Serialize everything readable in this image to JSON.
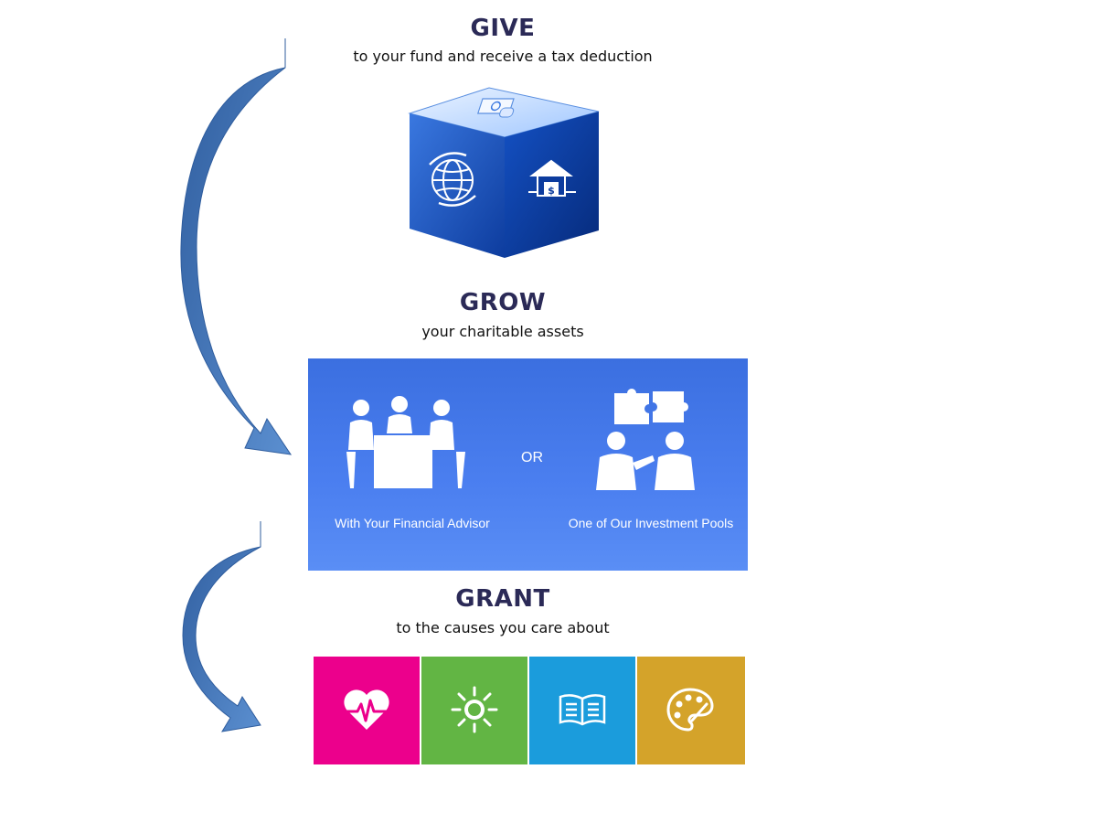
{
  "give": {
    "title": "GIVE",
    "subtitle": "to your fund and receive a tax deduction"
  },
  "grow": {
    "title": "GROW",
    "subtitle": "your charitable assets",
    "option_advisor": "With Your Financial Advisor",
    "option_or": "OR",
    "option_pools": "One of Our Investment Pools"
  },
  "grant": {
    "title": "GRANT",
    "subtitle": "to the causes you care about"
  },
  "icons": {
    "cube": "fund-cube-icon",
    "advisor": "meeting-table-icon",
    "pools": "puzzle-people-icon",
    "causes": [
      "heart-pulse-icon",
      "sun-icon",
      "open-book-icon",
      "paint-palette-icon"
    ]
  },
  "colors": {
    "heading": "#2b2a57",
    "arrow": "#3c6fb4",
    "grow_panel": "#4b7ff0",
    "tile_health": "#ec008c",
    "tile_environment": "#62b544",
    "tile_education": "#1b9cdc",
    "tile_arts": "#d4a32a"
  }
}
